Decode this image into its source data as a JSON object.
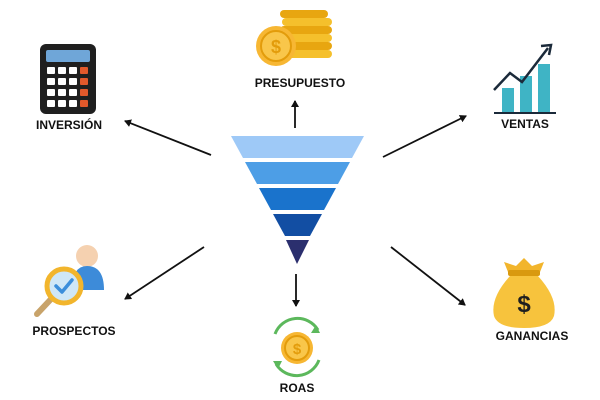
{
  "diagram": {
    "funnel_colors": [
      "#9ec9f7",
      "#4d9ee6",
      "#1a73cc",
      "#124ea3",
      "#2b2f6e"
    ],
    "nodes": {
      "presupuesto": {
        "label": "PRESUPUESTO",
        "icon": "coins-stack-icon"
      },
      "inversion": {
        "label": "INVERSIÓN",
        "icon": "calculator-icon"
      },
      "ventas": {
        "label": "VENTAS",
        "icon": "growth-chart-icon"
      },
      "prospectos": {
        "label": "PROSPECTOS",
        "icon": "user-magnifier-icon"
      },
      "roas": {
        "label": "ROAS",
        "icon": "coin-cycle-icon"
      },
      "ganancias": {
        "label": "GANANCIAS",
        "icon": "money-bag-icon"
      }
    }
  }
}
